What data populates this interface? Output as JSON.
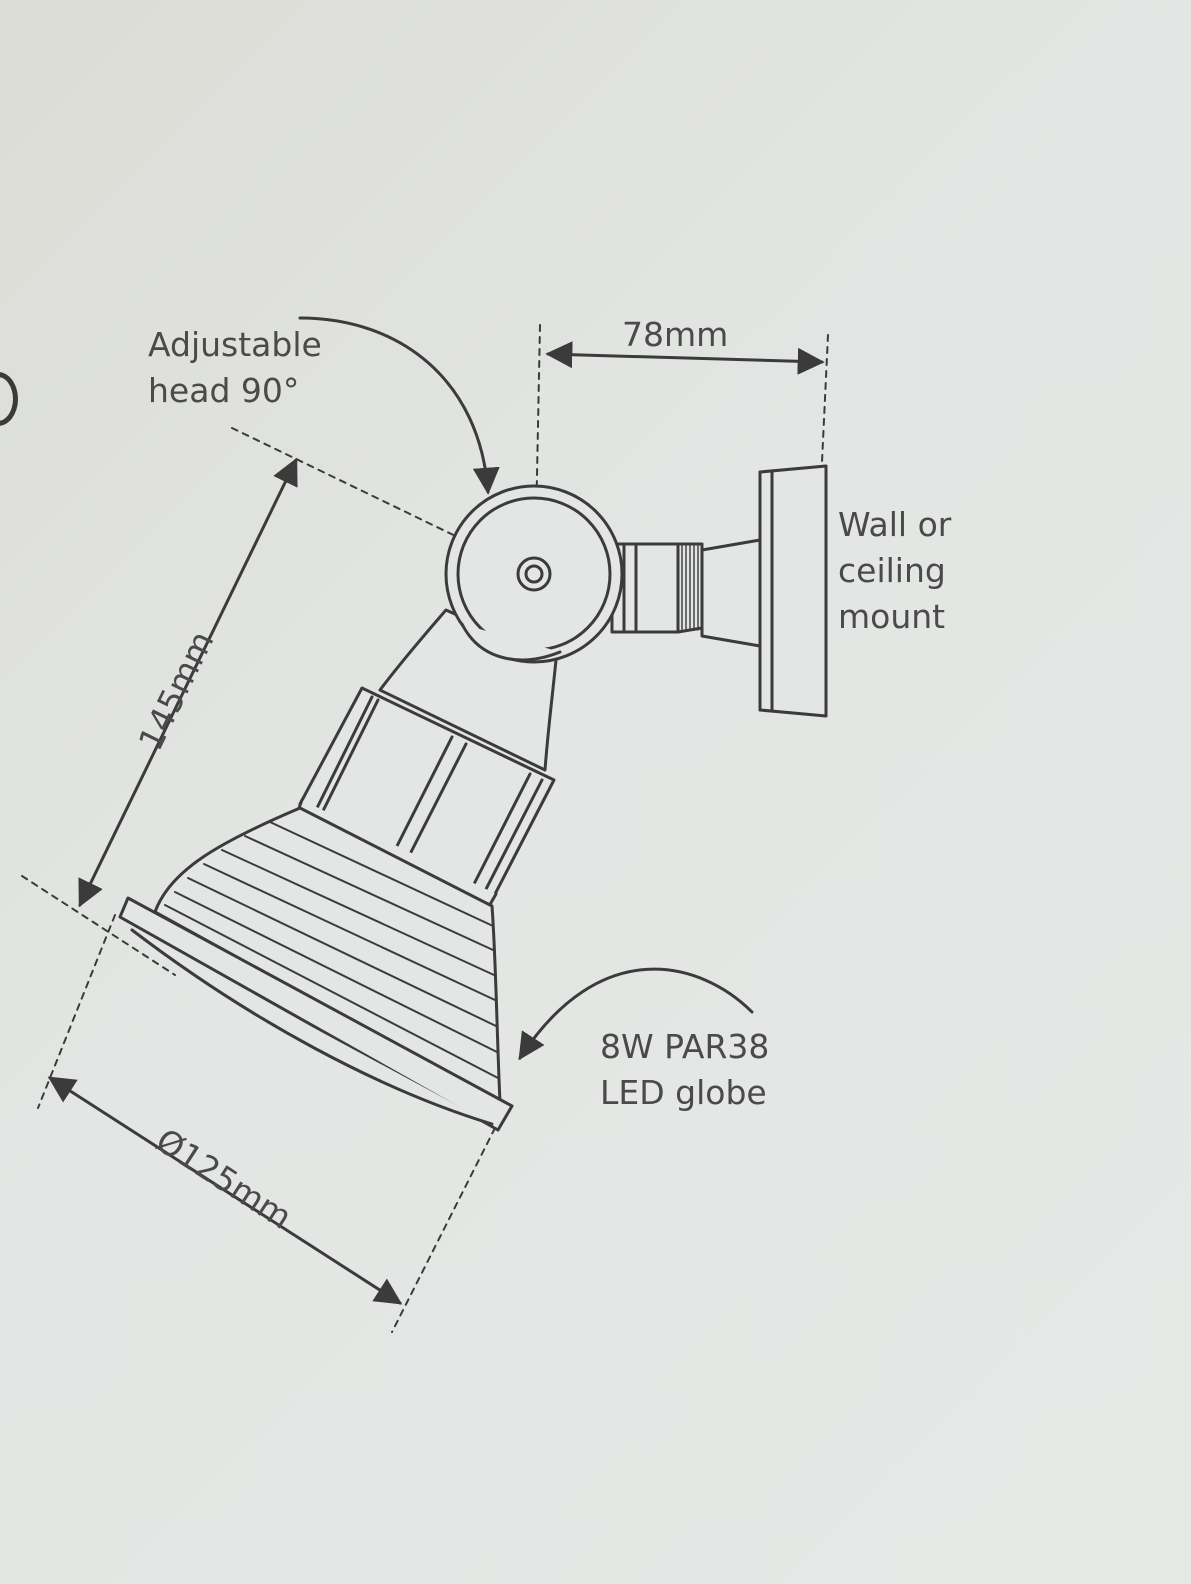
{
  "labels": {
    "adjustable_head": [
      "Adjustable",
      "head 90°"
    ],
    "mount": [
      "Wall or",
      "ceiling",
      "mount"
    ],
    "globe": [
      "8W PAR38",
      "LED globe"
    ]
  },
  "dimensions": {
    "width": "78mm",
    "height": "145mm",
    "diameter": "Ø125mm"
  },
  "colors": {
    "line": "#3b3b3b",
    "text": "#4a4a4a",
    "paper": "#e3e6e4"
  }
}
